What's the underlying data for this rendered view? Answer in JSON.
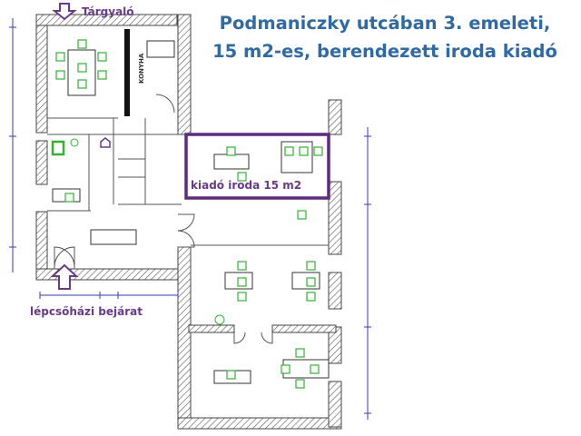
{
  "headline": {
    "line1": "Podmaniczky utcában 3. emeleti,",
    "line2": "15 m2-es, berendezett iroda kiadó"
  },
  "labels": {
    "meeting_room": "Tárgyaló",
    "office_for_rent": "kiadó iroda    15 m2",
    "staircase_entrance": "lépcsőházi bejárat",
    "kitchen": "KONYHA"
  },
  "colors": {
    "headline": "#2e6aa6",
    "label": "#6a3a8a",
    "highlight": "#5e2a7e",
    "chair": "#31b531",
    "wall": "#444444"
  }
}
